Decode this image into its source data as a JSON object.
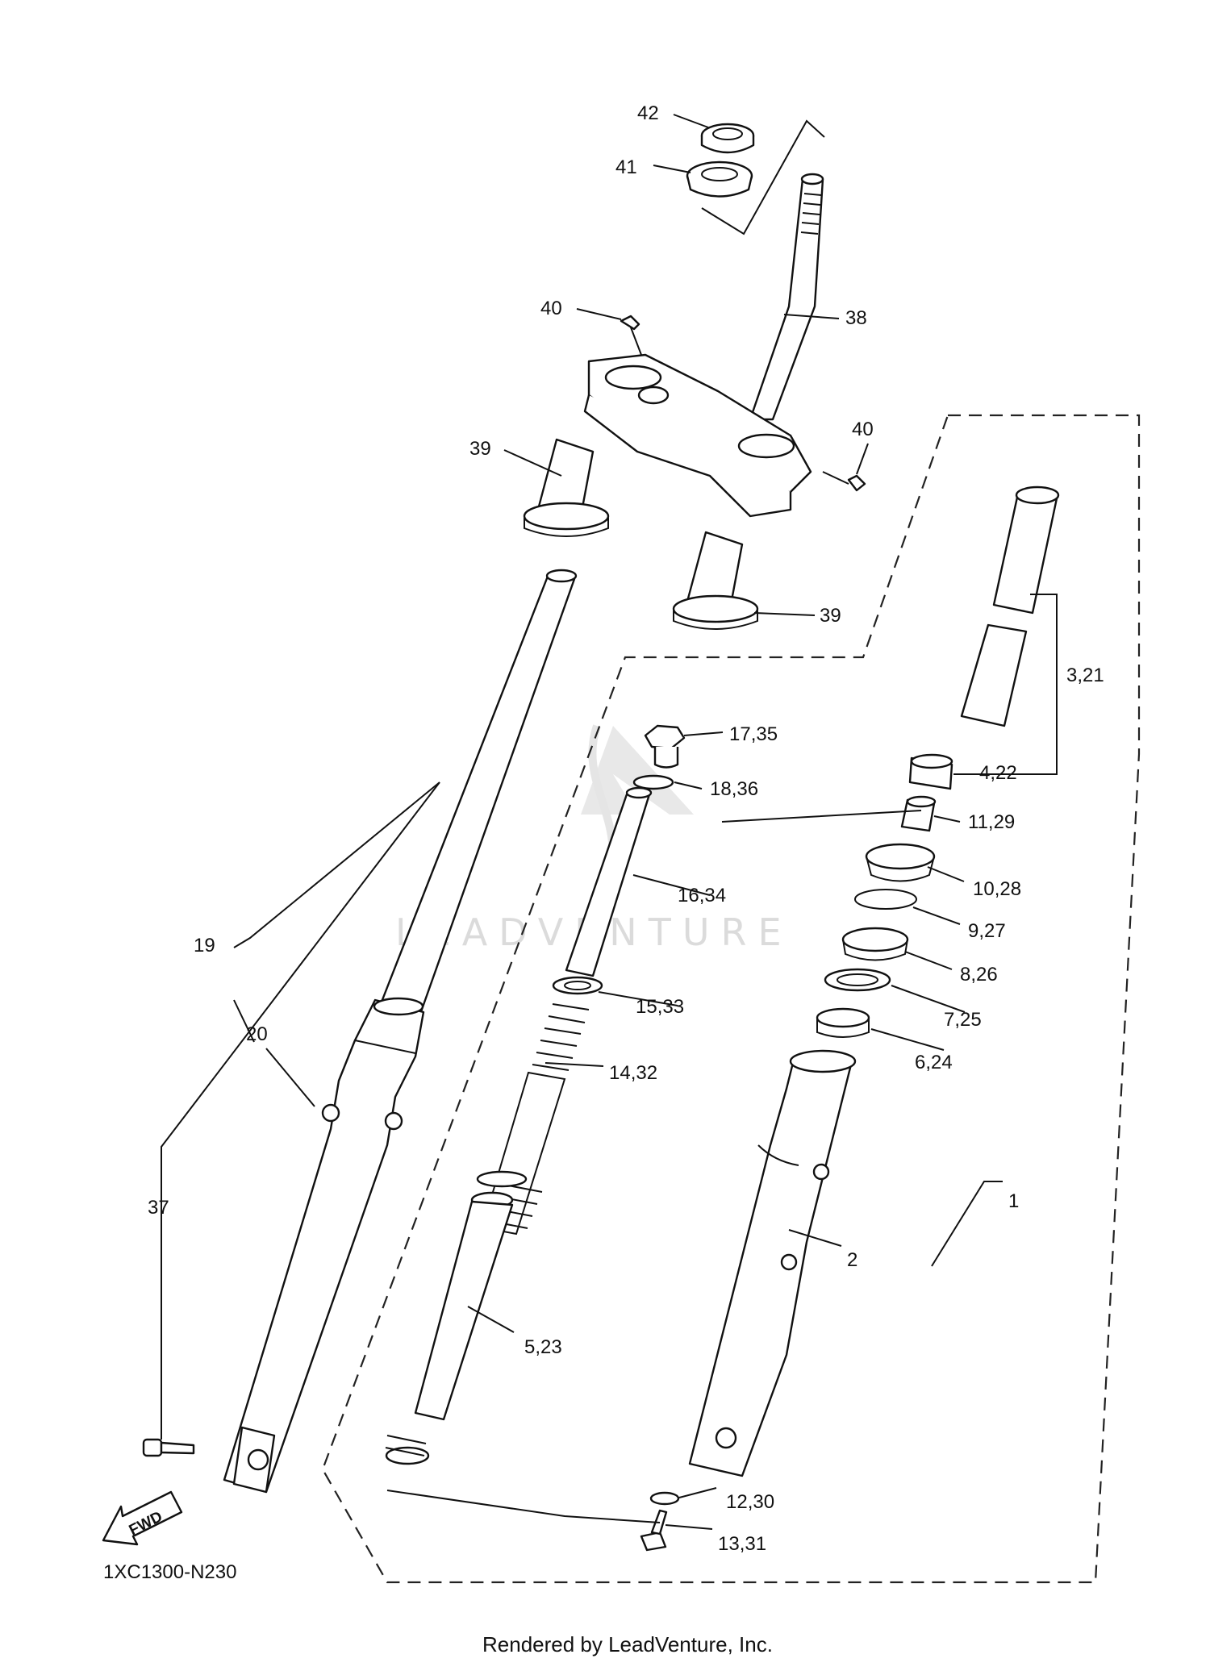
{
  "diagram": {
    "code": "1XC1300-N230",
    "footer": "Rendered by LeadVenture, Inc.",
    "watermark": "LEADVENTURE",
    "fwd_label": "FWD",
    "callouts": [
      {
        "id": "c42",
        "label": "42"
      },
      {
        "id": "c41",
        "label": "41"
      },
      {
        "id": "c40a",
        "label": "40"
      },
      {
        "id": "c38",
        "label": "38"
      },
      {
        "id": "c40b",
        "label": "40"
      },
      {
        "id": "c39a",
        "label": "39"
      },
      {
        "id": "c39b",
        "label": "39"
      },
      {
        "id": "c3_21",
        "label": "3,21"
      },
      {
        "id": "c17_35",
        "label": "17,35"
      },
      {
        "id": "c18_36",
        "label": "18,36"
      },
      {
        "id": "c4_22",
        "label": "4,22"
      },
      {
        "id": "c11_29",
        "label": "11,29"
      },
      {
        "id": "c16_34",
        "label": "16,34"
      },
      {
        "id": "c10_28",
        "label": "10,28"
      },
      {
        "id": "c9_27",
        "label": "9,27"
      },
      {
        "id": "c19",
        "label": "19"
      },
      {
        "id": "c8_26",
        "label": "8,26"
      },
      {
        "id": "c15_33",
        "label": "15,33"
      },
      {
        "id": "c7_25",
        "label": "7,25"
      },
      {
        "id": "c20",
        "label": "20"
      },
      {
        "id": "c6_24",
        "label": "6,24"
      },
      {
        "id": "c14_32",
        "label": "14,32"
      },
      {
        "id": "c37",
        "label": "37"
      },
      {
        "id": "c1",
        "label": "1"
      },
      {
        "id": "c2",
        "label": "2"
      },
      {
        "id": "c5_23",
        "label": "5,23"
      },
      {
        "id": "c12_30",
        "label": "12,30"
      },
      {
        "id": "c13_31",
        "label": "13,31"
      }
    ]
  }
}
